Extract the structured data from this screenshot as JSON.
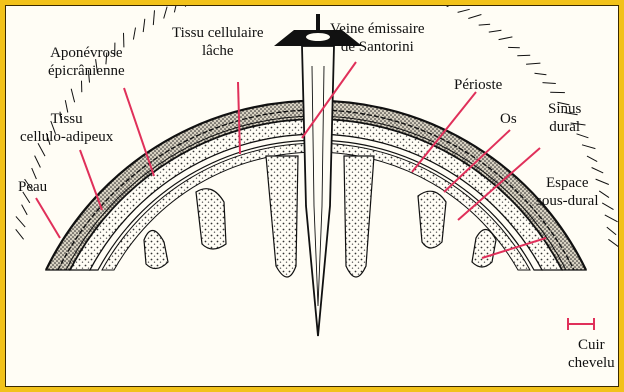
{
  "colors": {
    "frame": "#f2c21a",
    "background": "#fffdf5",
    "leader_line": "#e0305a",
    "ink": "#111111"
  },
  "labels": {
    "peau": "Peau",
    "tissu_cellulo_adipeux": "Tissu\ncellulo-adipeux",
    "aponevrose": "Aponévrose\népicrânienne",
    "tissu_cellulaire_lache": "Tissu cellulaire\nlâche",
    "veine_emissaire": "Veine émissaire\nde Santorini",
    "perioste": "Périoste",
    "os": "Os",
    "sinus_dural": "Sinus\ndural",
    "espace_sous_dural": "Espace\nsous-dural",
    "cuir_chevelu": "Cuir\nchevelu"
  }
}
